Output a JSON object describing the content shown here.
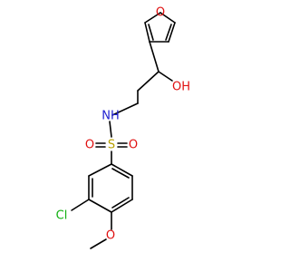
{
  "molecule": {
    "atoms": {
      "furan_o": "O",
      "hydroxyl": "OH",
      "amine": "NH",
      "sulfur": "S",
      "sulfonyl_o_left": "O",
      "sulfonyl_o_right": "O",
      "chlorine": "Cl",
      "methoxy_o": "O"
    }
  },
  "colors": {
    "bond": "#000000",
    "oxygen": "#e01010",
    "nitrogen": "#2020d0",
    "sulfur": "#b8a000",
    "chlorine": "#10b010"
  }
}
